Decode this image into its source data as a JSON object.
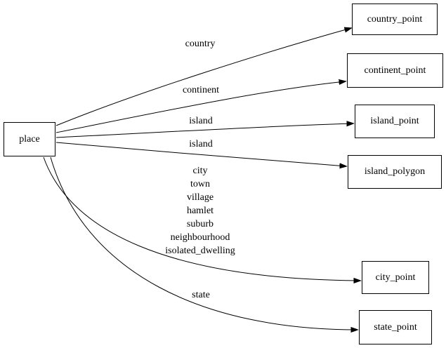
{
  "diagram": {
    "type": "directed-graph",
    "colors": {
      "background": "#ffffff",
      "stroke": "#000000",
      "text": "#000000",
      "node_fill": "#ffffff"
    },
    "nodes": [
      {
        "id": "place",
        "label": "place"
      },
      {
        "id": "country_point",
        "label": "country_point"
      },
      {
        "id": "continent_point",
        "label": "continent_point"
      },
      {
        "id": "island_point",
        "label": "island_point"
      },
      {
        "id": "island_polygon",
        "label": "island_polygon"
      },
      {
        "id": "city_point",
        "label": "city_point"
      },
      {
        "id": "state_point",
        "label": "state_point"
      }
    ],
    "edges": [
      {
        "from": "place",
        "to": "country_point",
        "label": "country"
      },
      {
        "from": "place",
        "to": "continent_point",
        "label": "continent"
      },
      {
        "from": "place",
        "to": "island_point",
        "label": "island"
      },
      {
        "from": "place",
        "to": "island_polygon",
        "label": "island"
      },
      {
        "from": "place",
        "to": "city_point",
        "label_lines": [
          "city",
          "town",
          "village",
          "hamlet",
          "suburb",
          "neighbourhood",
          "isolated_dwelling"
        ]
      },
      {
        "from": "place",
        "to": "state_point",
        "label": "state"
      }
    ]
  }
}
